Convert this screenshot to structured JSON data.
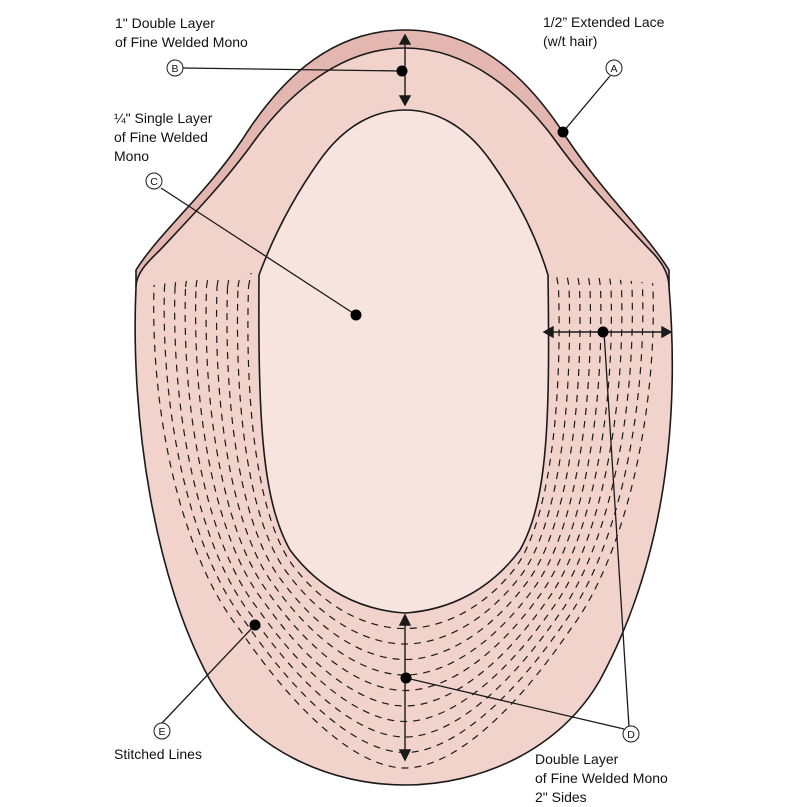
{
  "colors": {
    "lace": "#e3b7b0",
    "mono_double": "#f2d3cc",
    "mono_single": "#f8e4df",
    "outline": "#1a1a1a",
    "stitch": "#1a1a1a"
  },
  "labels": {
    "B": {
      "marker": "B",
      "lines": [
        "1\" Double Layer",
        "of Fine Welded Mono"
      ]
    },
    "A": {
      "marker": "A",
      "lines": [
        "1/2” Extended Lace",
        "(w/t hair)"
      ]
    },
    "C": {
      "marker": "C",
      "lines": [
        "¼\" Single Layer",
        "of Fine Welded",
        "Mono"
      ]
    },
    "E": {
      "marker": "E",
      "lines": [
        "Stitched Lines"
      ]
    },
    "D": {
      "marker": "D",
      "lines": [
        "Double Layer",
        "of Fine Welded Mono",
        "2\" Sides"
      ]
    }
  }
}
